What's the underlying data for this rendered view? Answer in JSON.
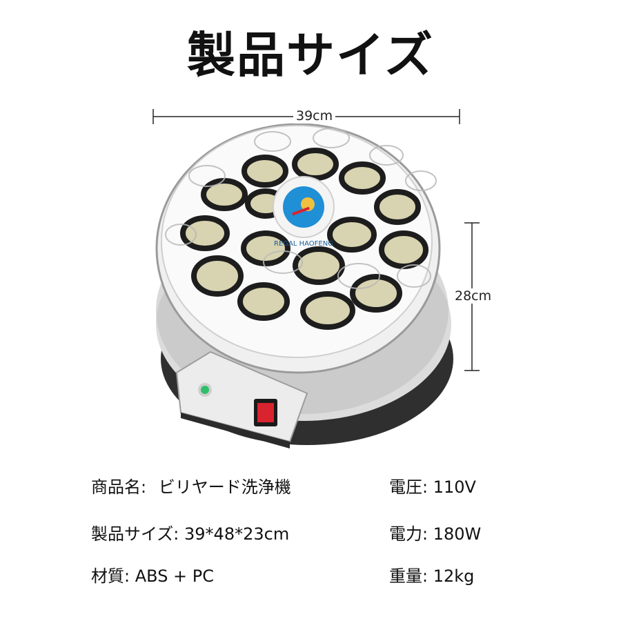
{
  "title": "製品サイズ",
  "dimensions": {
    "width_label": "39cm",
    "height_label": "28cm"
  },
  "brand_text": "REGAL HAOFENG",
  "specs": {
    "name_label": "商品名:",
    "name_value": "ビリヤード洗浄機",
    "size_label": "製品サイズ:",
    "size_value": "39*48*23cm",
    "material_label": "材質:",
    "material_value": "ABS + PC",
    "voltage_label": "電圧:",
    "voltage_value": "110V",
    "power_label": "電力:",
    "power_value": "180W",
    "weight_label": "重量:",
    "weight_value": "12kg"
  },
  "colors": {
    "text": "#111111",
    "device_body": "#e9e9e9",
    "base": "#3a3a3a",
    "led": "#2fbf6a",
    "switch": "#d9232e",
    "badge": "#1f8fd6"
  }
}
